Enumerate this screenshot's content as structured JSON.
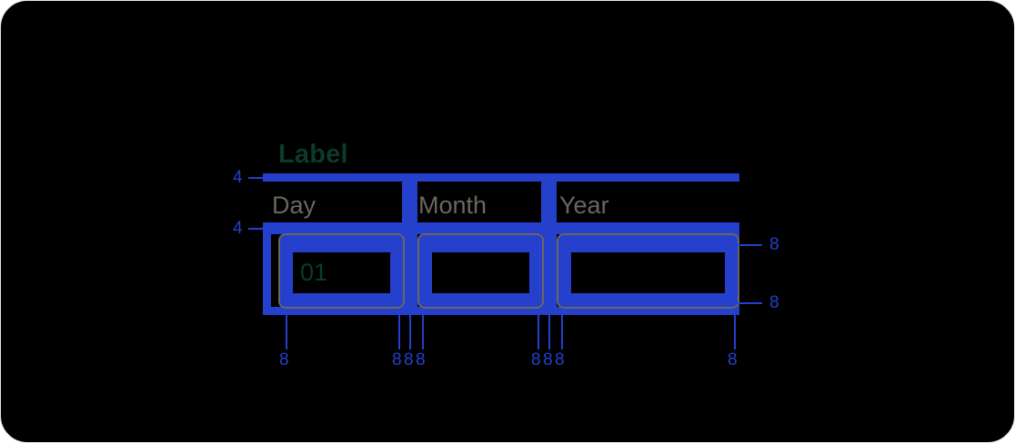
{
  "spec": {
    "label": "Label",
    "accent_color": "#2440CC",
    "label_color": "#0D3B28",
    "header_color": "#6B6660",
    "background_color": "#000000"
  },
  "form": {
    "label": "Label",
    "columns": [
      {
        "header": "Day",
        "value": "01",
        "value_color": "#0D3B28"
      },
      {
        "header": "Month",
        "value": "",
        "value_color": "#0D3B28"
      },
      {
        "header": "Year",
        "value": "",
        "value_color": "#0D3B28"
      }
    ]
  },
  "annotations": {
    "left": [
      {
        "value": "4",
        "describes": "gap-label-to-header"
      },
      {
        "value": "4",
        "describes": "gap-header-to-field"
      }
    ],
    "right": [
      {
        "value": "8",
        "describes": "field-padding-top"
      },
      {
        "value": "8",
        "describes": "field-padding-bottom"
      }
    ],
    "bottom": [
      {
        "value": "8",
        "describes": "day-field-padding-left"
      },
      {
        "value": "8",
        "describes": "day-field-padding-right"
      },
      {
        "value": "8",
        "describes": "gap-day-to-month"
      },
      {
        "value": "8",
        "describes": "month-field-padding-left"
      },
      {
        "value": "8",
        "describes": "month-field-padding-right"
      },
      {
        "value": "8",
        "describes": "gap-month-to-year"
      },
      {
        "value": "8",
        "describes": "year-field-padding-left"
      },
      {
        "value": "8",
        "describes": "year-field-padding-right"
      }
    ]
  }
}
